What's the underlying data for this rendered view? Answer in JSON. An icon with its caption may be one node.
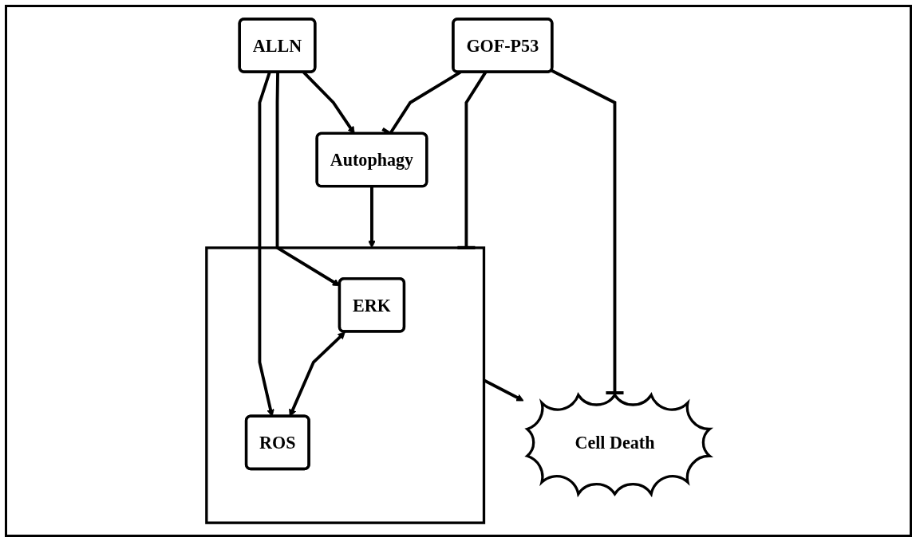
{
  "diagram": {
    "nodes": [
      {
        "text": [
          "ALLN"
        ]
      },
      {
        "text": [
          "Autophagy"
        ]
      },
      {
        "text": [],
        "shape": "box"
      },
      {
        "text": [
          "ERK"
        ],
        "in": 2
      },
      {
        "text": [
          "ROS"
        ],
        "in": 2
      },
      {
        "text": [
          "GOF-P53"
        ]
      },
      {
        "text": [
          "Cell Death"
        ]
      }
    ],
    "edges": [
      {
        "from": 0,
        "to": 1,
        "arrow": "to"
      },
      {
        "from": 0,
        "to": 3,
        "arrow": "to"
      },
      {
        "from": 0,
        "to": 4,
        "arrow": "to"
      },
      {
        "from": 1,
        "to": 2,
        "arrow": "to"
      },
      {
        "from": 3,
        "to": 4,
        "arrow": "both"
      },
      {
        "from": 5,
        "to": 1,
        "arrow": "other"
      },
      {
        "from": 5,
        "to": 2,
        "arrow": "other"
      },
      {
        "from": 5,
        "to": 6,
        "arrow": "other"
      },
      {
        "from": 2,
        "to": 6,
        "arrow": "to"
      }
    ]
  }
}
